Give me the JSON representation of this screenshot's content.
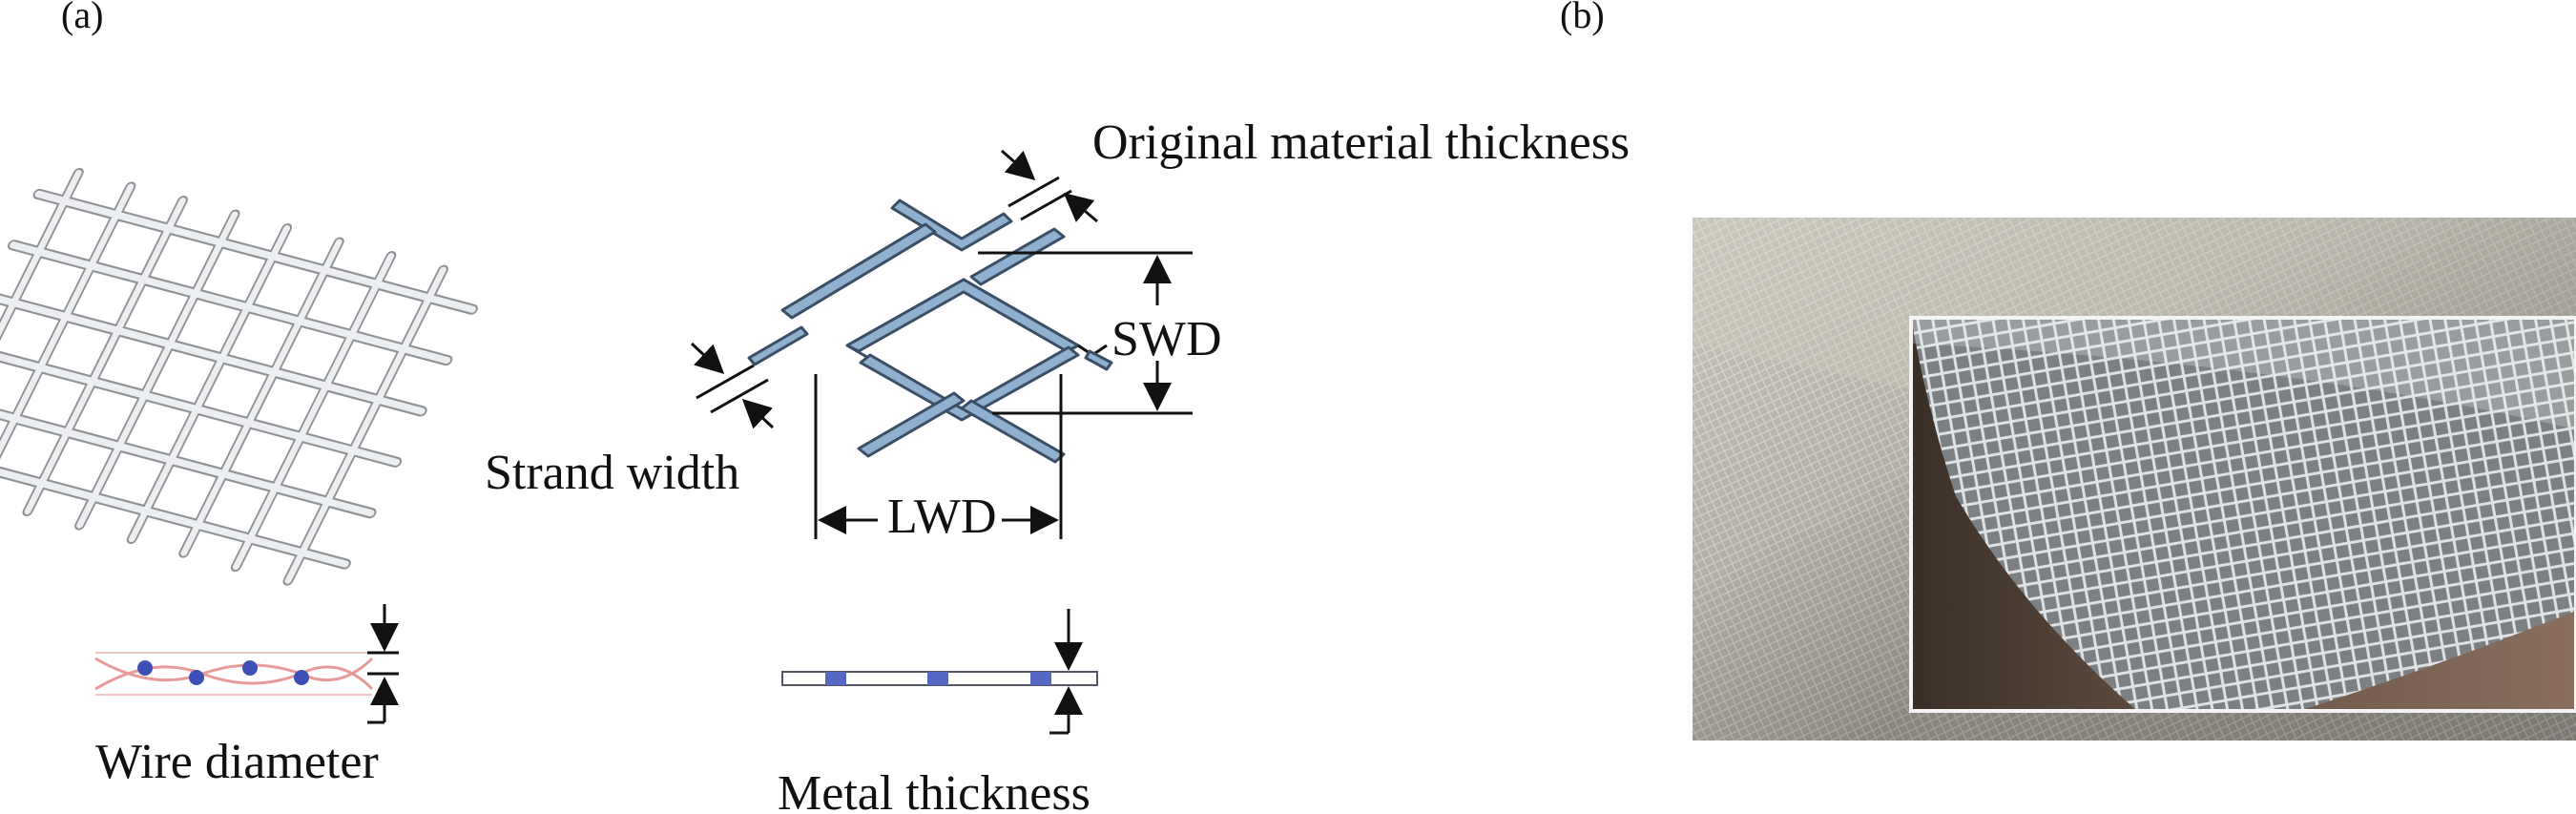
{
  "panels": {
    "a": "(a)",
    "b": "(b)"
  },
  "labels": {
    "original_material_thickness": "Original material thickness",
    "swd": "SWD",
    "lwd": "LWD",
    "strand_width": "Strand width",
    "wire_diameter": "Wire diameter",
    "metal_thickness": "Metal thickness"
  },
  "colors": {
    "strand_fill": "#8fb0cf",
    "strand_edge": "#3a4f66",
    "wire_pink": "#e89a9a",
    "node_blue": "#3d4fb5",
    "wire_gray": "#c9cccf"
  }
}
